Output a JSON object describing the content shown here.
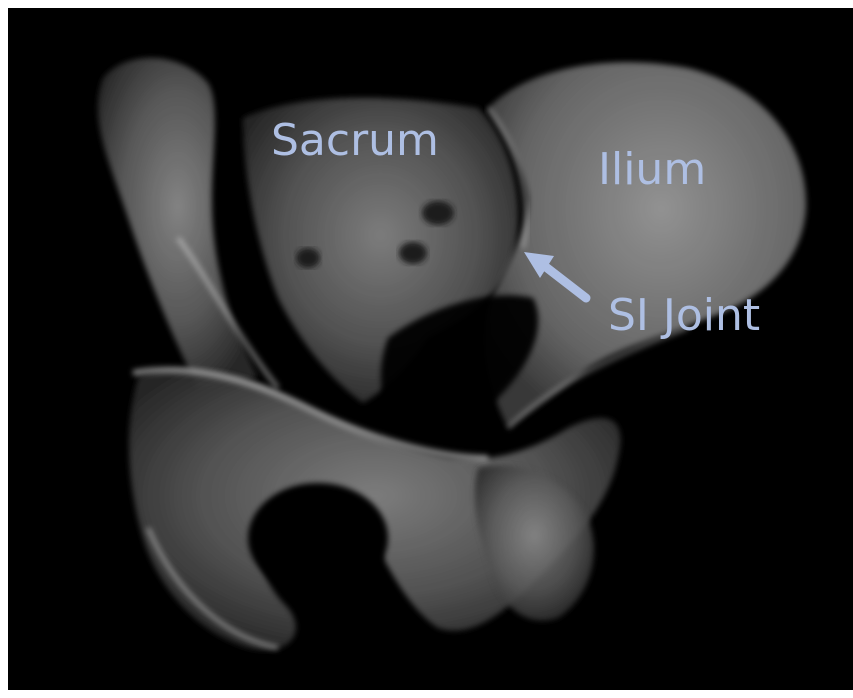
{
  "image": {
    "subject": "pelvis bone",
    "background_color": "#000000",
    "bone_color": "#d9d9d9"
  },
  "labels": {
    "sacrum": "Sacrum",
    "ilium": "Ilium",
    "si_joint": "SI Joint"
  },
  "label_color": "#aebfe3",
  "icons": {
    "si_joint_arrow": "arrow-up-left"
  }
}
